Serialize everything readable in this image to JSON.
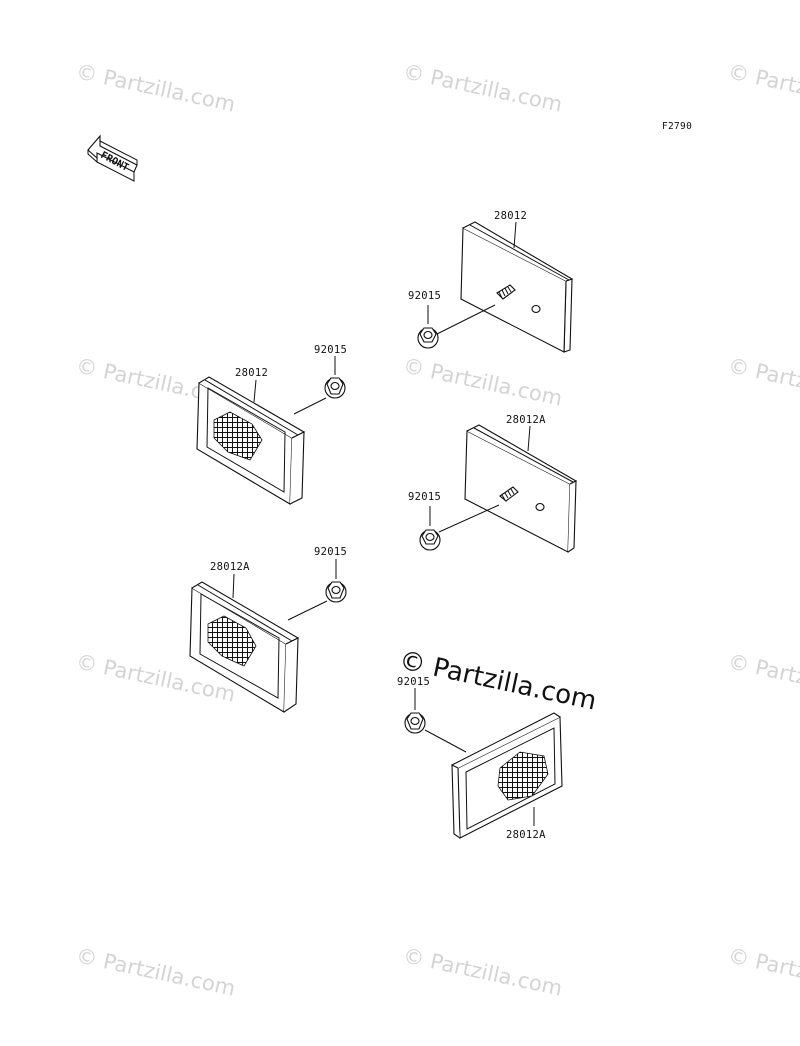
{
  "diagram": {
    "figure_code": "F2790",
    "front_label": "FRONT",
    "watermark": "© Partzilla.com",
    "part_labels": {
      "reflector_top": "28012",
      "nut_top": "92015",
      "reflector_left_upper": "28012",
      "nut_left_upper": "92015",
      "reflector_mid_right": "28012A",
      "nut_mid_right": "92015",
      "reflector_left_lower": "28012A",
      "nut_left_lower": "92015",
      "nut_bottom": "92015",
      "reflector_bottom": "28012A"
    }
  }
}
